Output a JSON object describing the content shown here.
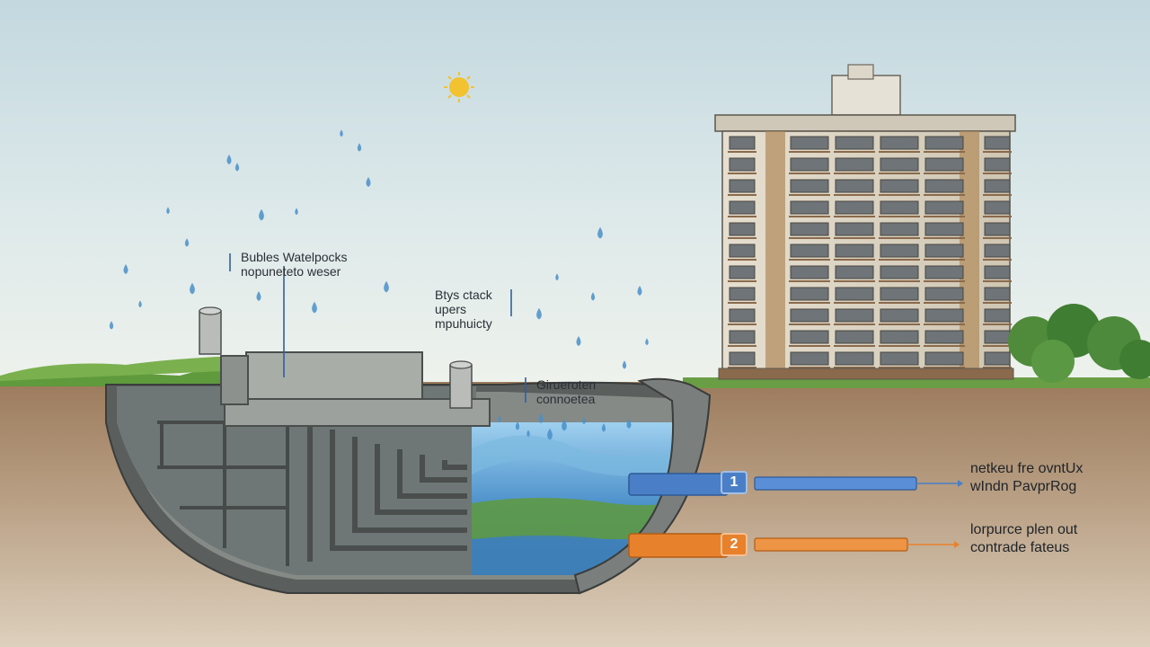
{
  "colors": {
    "sky_top": "#c9dde3",
    "sky_bottom": "#eef3ef",
    "soil": "#a8896a",
    "soil_light": "#cdb9a0",
    "grass": "#5f9a3c",
    "concrete": "#8e918e",
    "concrete_dark": "#4f5352",
    "water": "#4a8fc9",
    "pipe_blue": "#4a7fc7",
    "pipe_orange": "#e8812b",
    "sun": "#f2c230",
    "building": "#d9d2c2",
    "building_trim": "#b08a5a",
    "tree": "#3f7d32"
  },
  "labels": {
    "top_left": {
      "lines": [
        "Bubles Watelpocks",
        "nopuneteto weser"
      ]
    },
    "middle": {
      "lines": [
        "Btys ctack",
        "upers",
        "mpuhuicty"
      ]
    },
    "ground": {
      "lines": [
        "Girueroten",
        "connoetea"
      ]
    },
    "pipe1": {
      "lines": [
        "netkeu fre ovntUx",
        "wIndn PavprRog"
      ]
    },
    "pipe2": {
      "lines": [
        "lorpurce plen out",
        "contrade fateus"
      ]
    }
  },
  "badges": [
    {
      "id": "1",
      "color": "#4a7fc7"
    },
    {
      "id": "2",
      "color": "#e8812b"
    }
  ],
  "icons": [
    "sun-icon",
    "raindrop-icon",
    "tree-icon"
  ]
}
